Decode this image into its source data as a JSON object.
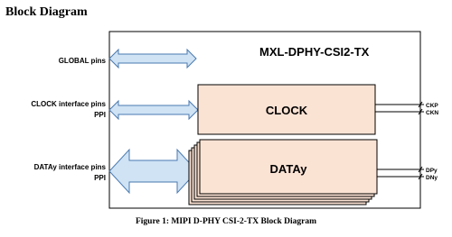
{
  "heading": "Block Diagram",
  "ip_name": "MXL-DPHY-CSI2-TX",
  "caption": "Figure 1: MIPI D-PHY CSI-2-TX Block Diagram",
  "interfaces": {
    "global": {
      "label": "GLOBAL pins"
    },
    "clock": {
      "label": "CLOCK interface pins",
      "sublabel": "PPI"
    },
    "data": {
      "label": "DATAy interface pins",
      "sublabel": "PPI"
    }
  },
  "blocks": {
    "clock": {
      "label": "CLOCK",
      "pins": [
        "CKP",
        "CKN"
      ]
    },
    "data": {
      "label": "DATAy",
      "pins": [
        "DPy",
        "DNy"
      ]
    }
  },
  "colors": {
    "arrow_fill": "#cfe3f5",
    "arrow_stroke": "#4a7ab0",
    "block_fill": "#fbe3d4",
    "line": "#000000"
  }
}
